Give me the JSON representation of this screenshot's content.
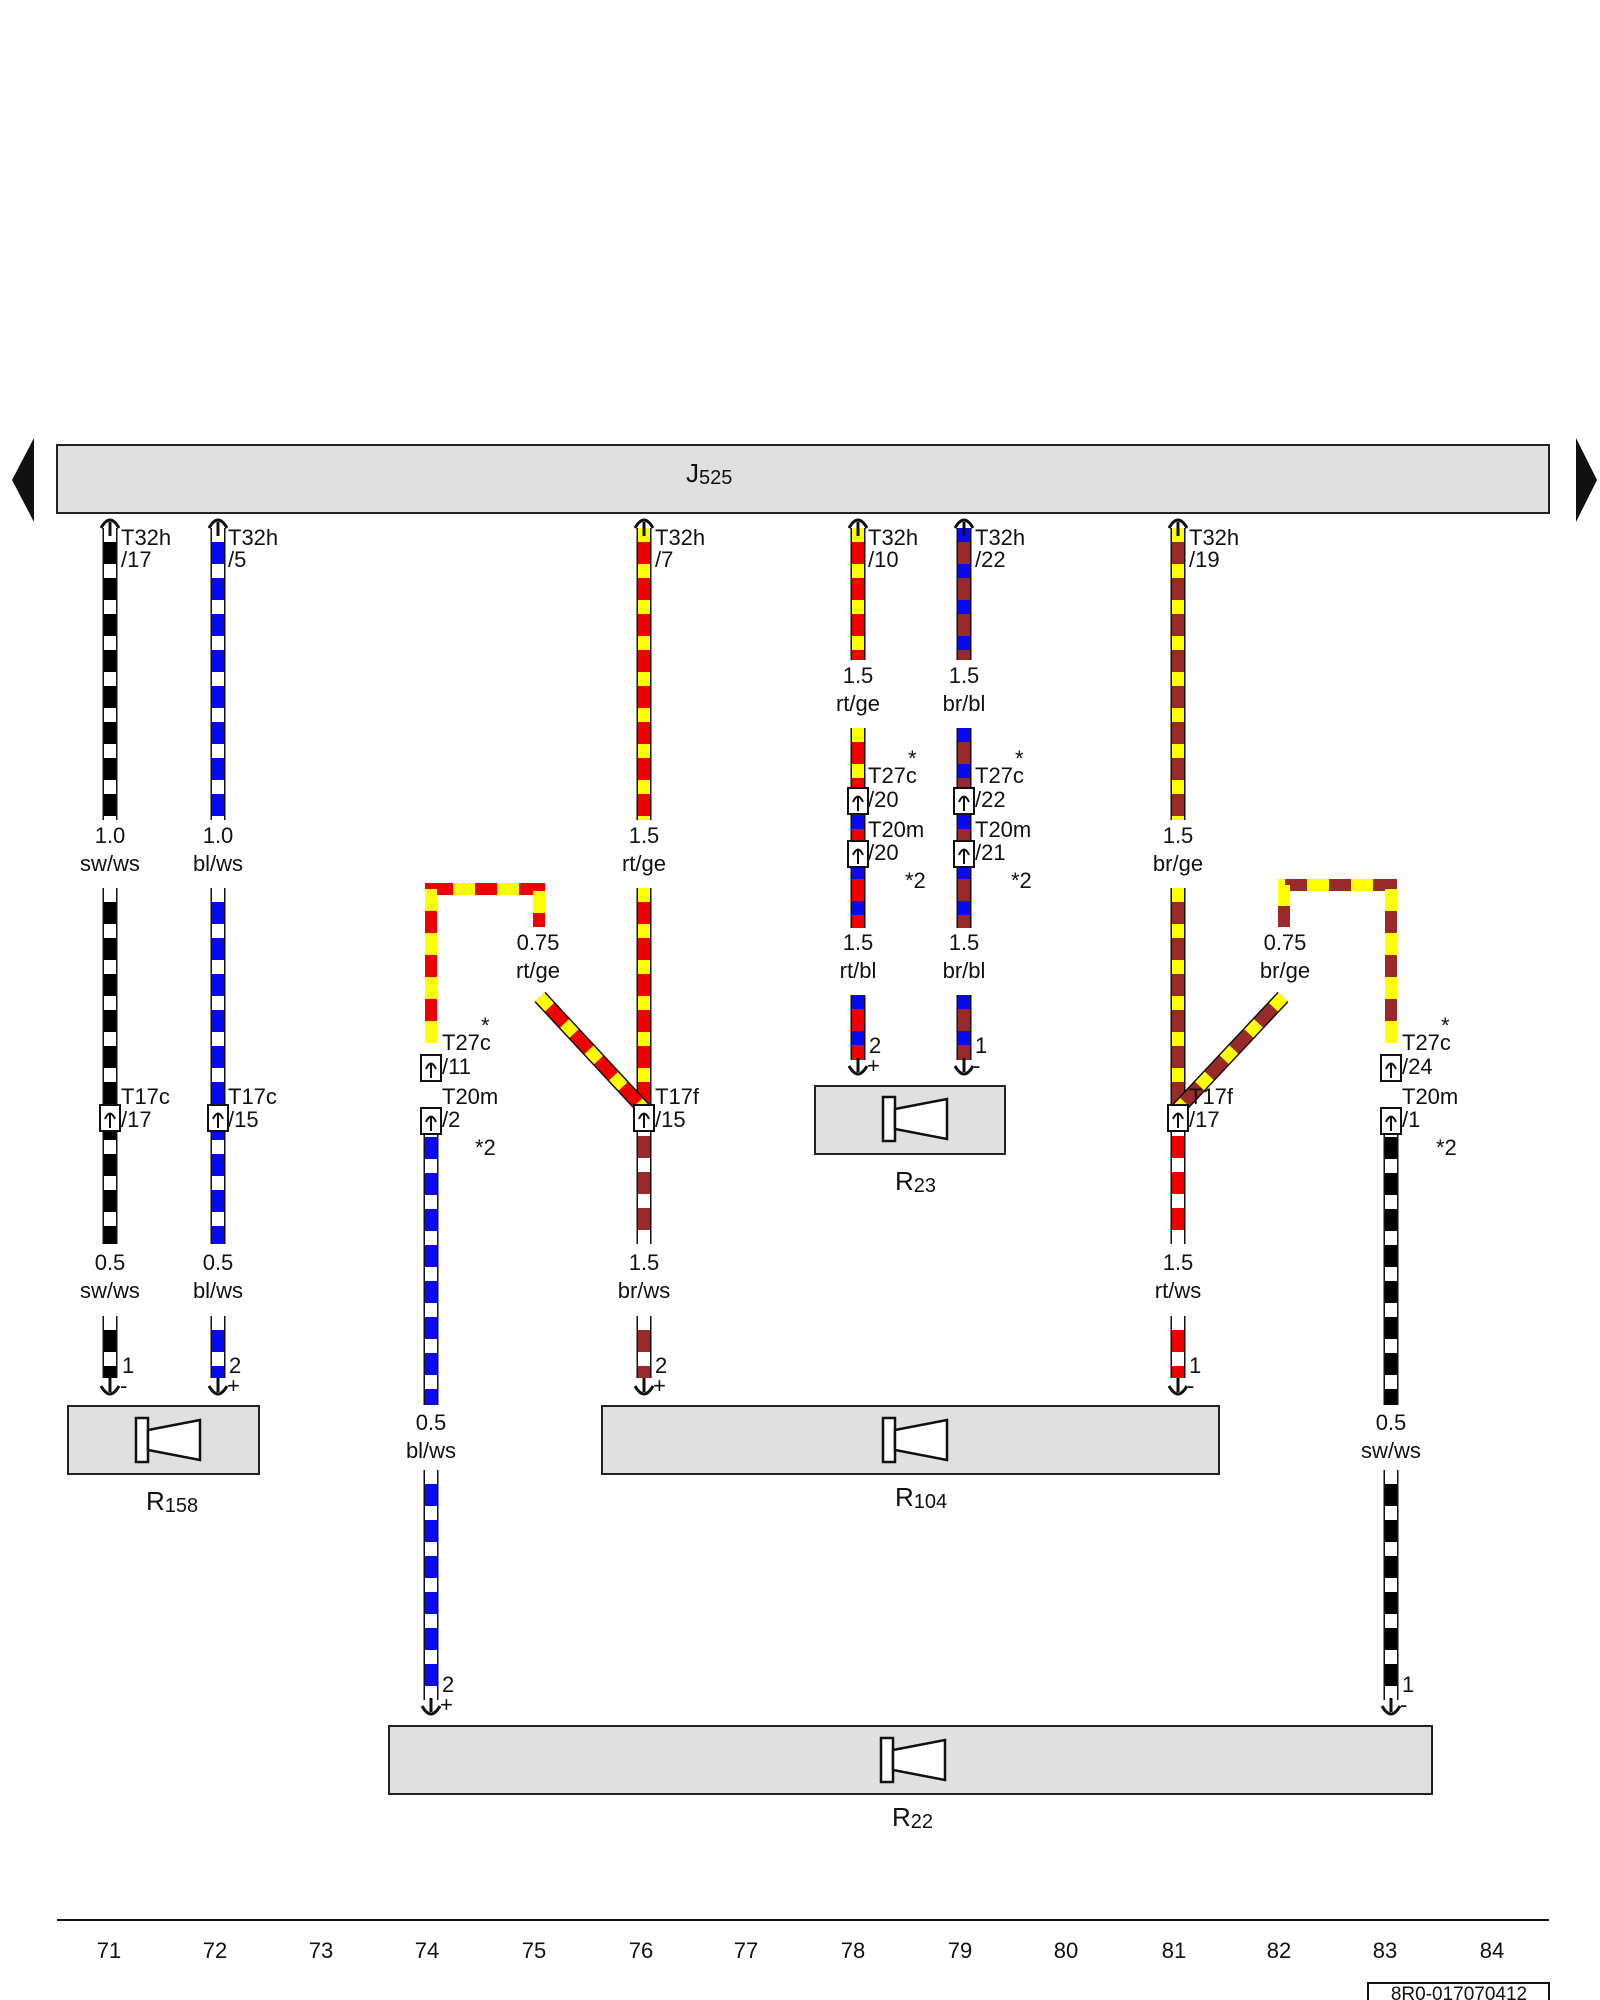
{
  "colors": {
    "sw": "#000000",
    "ws": "#ffffff",
    "bl": "#0a0af0",
    "rt": "#ee0000",
    "ge": "#ffff00",
    "br": "#9a2a2a",
    "panel": "#e0e0e0"
  },
  "j525": {
    "prefix": "J",
    "sub": "525"
  },
  "components": {
    "r158": {
      "prefix": "R",
      "sub": "158"
    },
    "r23": {
      "prefix": "R",
      "sub": "23"
    },
    "r104": {
      "prefix": "R",
      "sub": "104"
    },
    "r22": {
      "prefix": "R",
      "sub": "22"
    }
  },
  "t32": [
    {
      "n": "T32h",
      "p": "/17"
    },
    {
      "n": "T32h",
      "p": "/5"
    },
    {
      "n": "T32h",
      "p": "/7"
    },
    {
      "n": "T32h",
      "p": "/10"
    },
    {
      "n": "T32h",
      "p": "/22"
    },
    {
      "n": "T32h",
      "p": "/19"
    }
  ],
  "wires": [
    {
      "s": "1.0",
      "c": "sw/ws"
    },
    {
      "s": "1.0",
      "c": "bl/ws"
    },
    {
      "s": "1.5",
      "c": "rt/ge"
    },
    {
      "s": "1.5",
      "c": "rt/ge"
    },
    {
      "s": "1.5",
      "c": "br/bl"
    },
    {
      "s": "1.5",
      "c": "br/ge"
    },
    {
      "s": "0.75",
      "c": "rt/ge"
    },
    {
      "s": "1.5",
      "c": "rt/bl"
    },
    {
      "s": "1.5",
      "c": "br/bl"
    },
    {
      "s": "0.75",
      "c": "br/ge"
    },
    {
      "s": "0.5",
      "c": "sw/ws"
    },
    {
      "s": "0.5",
      "c": "bl/ws"
    },
    {
      "s": "1.5",
      "c": "br/ws"
    },
    {
      "s": "1.5",
      "c": "rt/ws"
    },
    {
      "s": "0.5",
      "c": "bl/ws"
    },
    {
      "s": "0.5",
      "c": "sw/ws"
    }
  ],
  "t27c": [
    {
      "n": "T27c",
      "p": "/20",
      "m": "*"
    },
    {
      "n": "T27c",
      "p": "/22",
      "m": "*"
    },
    {
      "n": "T27c",
      "p": "/11",
      "m": "*"
    },
    {
      "n": "T27c",
      "p": "/24",
      "m": "*"
    }
  ],
  "t20m": [
    {
      "n": "T20m",
      "p": "/20"
    },
    {
      "n": "T20m",
      "p": "/21"
    },
    {
      "n": "T20m",
      "p": "/2"
    },
    {
      "n": "T20m",
      "p": "/1"
    }
  ],
  "t17": [
    {
      "n": "T17c",
      "p": "/17"
    },
    {
      "n": "T17c",
      "p": "/15"
    },
    {
      "n": "T17f",
      "p": "/15"
    },
    {
      "n": "T17f",
      "p": "/17"
    }
  ],
  "footnote": "*2",
  "pins": [
    {
      "n": "1",
      "s": "-"
    },
    {
      "n": "2",
      "s": "+"
    },
    {
      "n": "2",
      "s": "+"
    },
    {
      "n": "1",
      "s": "-"
    },
    {
      "n": "2",
      "s": "+"
    },
    {
      "n": "1",
      "s": "-"
    },
    {
      "n": "2",
      "s": "+"
    },
    {
      "n": "1",
      "s": "-"
    }
  ],
  "grid": [
    "71",
    "72",
    "73",
    "74",
    "75",
    "76",
    "77",
    "78",
    "79",
    "80",
    "81",
    "82",
    "83",
    "84"
  ],
  "doc_id": "8R0-017070412"
}
